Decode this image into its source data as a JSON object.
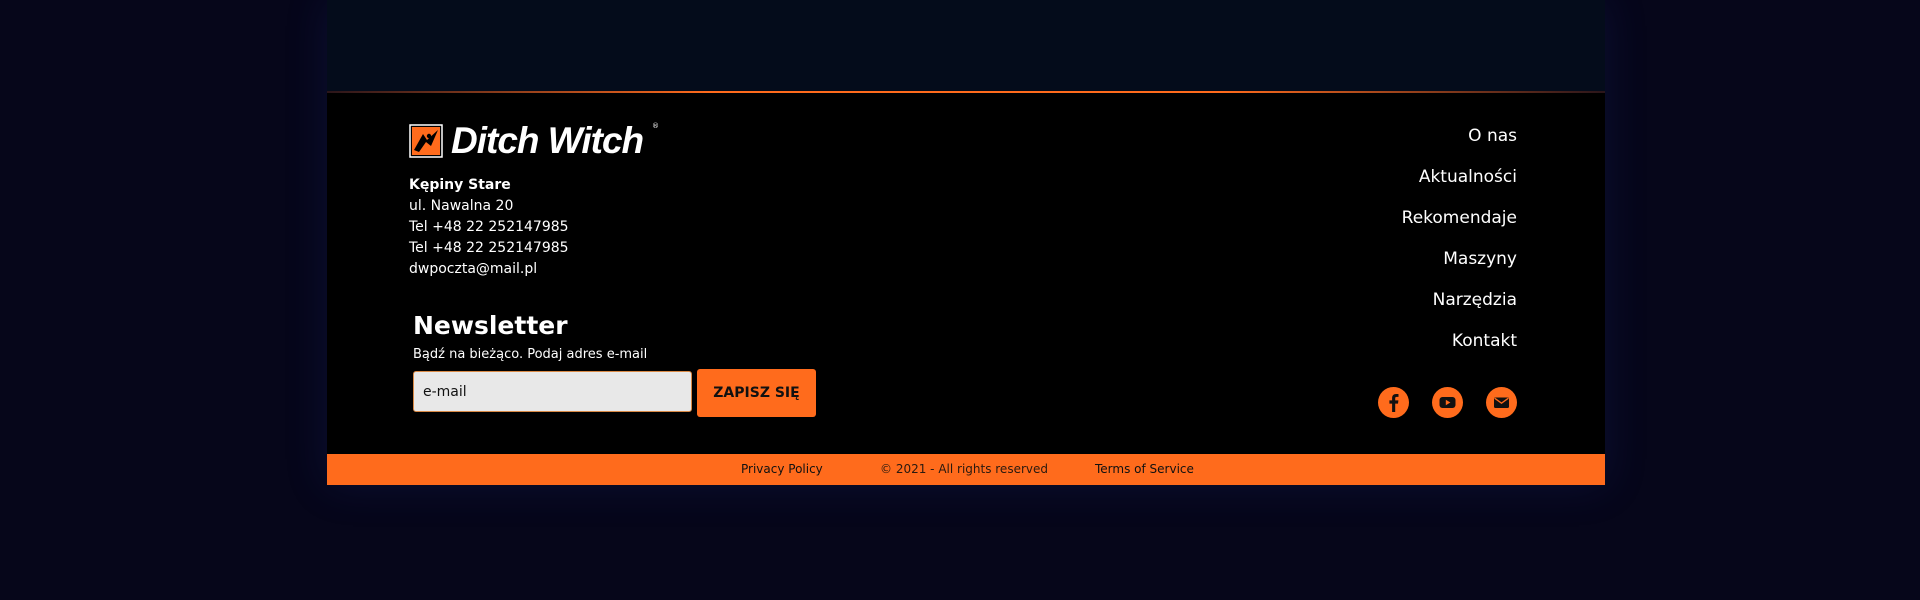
{
  "brand": {
    "name": "Ditch Witch",
    "registered_mark": "®",
    "accent_color": "#ff6b1c"
  },
  "address": {
    "city": "Kępiny Stare",
    "street": "ul. Nawalna 20",
    "phone_1": "Tel +48 22 252147985",
    "phone_2": "Tel +48 22 252147985",
    "email": "dwpoczta@mail.pl"
  },
  "newsletter": {
    "title": "Newsletter",
    "subtitle": "Bądź na bieżąco. Podaj adres e-mail",
    "input_placeholder": "e-mail",
    "submit_label": "ZAPISZ SIĘ"
  },
  "nav": {
    "items": [
      {
        "label": "O nas"
      },
      {
        "label": "Aktualności"
      },
      {
        "label": "Rekomendaje"
      },
      {
        "label": "Maszyny"
      },
      {
        "label": "Narzędzia"
      },
      {
        "label": "Kontakt"
      }
    ]
  },
  "social": {
    "icons": [
      "facebook-icon",
      "youtube-icon",
      "mail-icon"
    ]
  },
  "bottom_bar": {
    "privacy_label": "Privacy Policy",
    "copyright": "© 2021 - All rights reserved",
    "terms_label": "Terms of Service"
  }
}
